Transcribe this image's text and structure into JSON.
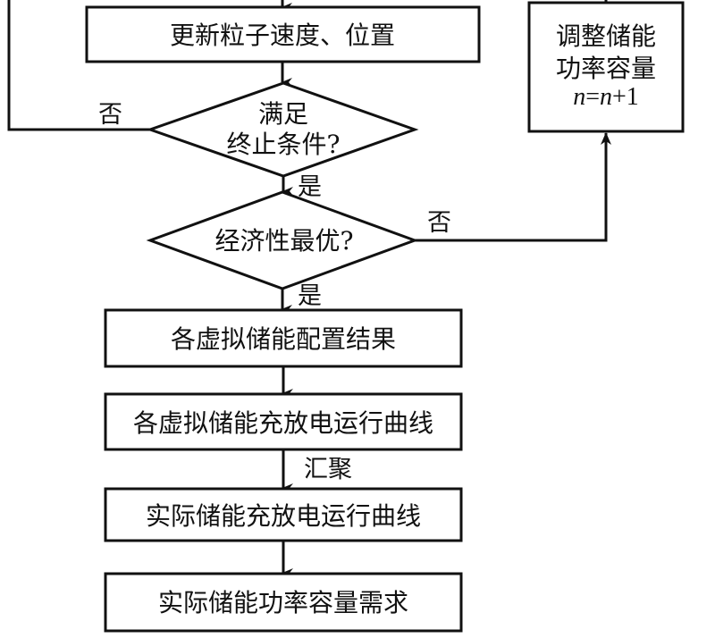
{
  "diagram": {
    "type": "flowchart",
    "nodes": {
      "update_particles": {
        "kind": "process",
        "text": "更新粒子速度、位置"
      },
      "termination_check": {
        "kind": "decision",
        "lines": [
          "满足",
          "终止条件?"
        ]
      },
      "economic_check": {
        "kind": "decision",
        "text": "经济性最优?"
      },
      "adjust_capacity": {
        "kind": "process",
        "lines": [
          "调整储能",
          "功率容量"
        ],
        "formula": {
          "var1": "n",
          "eq": "=",
          "var2": "n",
          "rest": "+1"
        }
      },
      "virtual_config": {
        "kind": "process",
        "text": "各虚拟储能配置结果"
      },
      "virtual_curves": {
        "kind": "process",
        "text": "各虚拟储能充放电运行曲线"
      },
      "actual_curves": {
        "kind": "process",
        "text": "实际储能充放电运行曲线"
      },
      "actual_demand": {
        "kind": "process",
        "text": "实际储能功率容量需求"
      }
    },
    "edge_labels": {
      "termination_no": "否",
      "termination_yes": "是",
      "economic_no": "否",
      "economic_yes": "是",
      "aggregate": "汇聚"
    },
    "edges": [
      {
        "from": "(above)",
        "to": "update_particles"
      },
      {
        "from": "update_particles",
        "to": "termination_check"
      },
      {
        "from": "termination_check",
        "to": "(loop back above)",
        "label": "否"
      },
      {
        "from": "termination_check",
        "to": "economic_check",
        "label": "是"
      },
      {
        "from": "economic_check",
        "to": "adjust_capacity",
        "label": "否"
      },
      {
        "from": "adjust_capacity",
        "to": "(above)"
      },
      {
        "from": "economic_check",
        "to": "virtual_config",
        "label": "是"
      },
      {
        "from": "virtual_config",
        "to": "virtual_curves"
      },
      {
        "from": "virtual_curves",
        "to": "actual_curves",
        "label": "汇聚"
      },
      {
        "from": "actual_curves",
        "to": "actual_demand"
      }
    ]
  }
}
